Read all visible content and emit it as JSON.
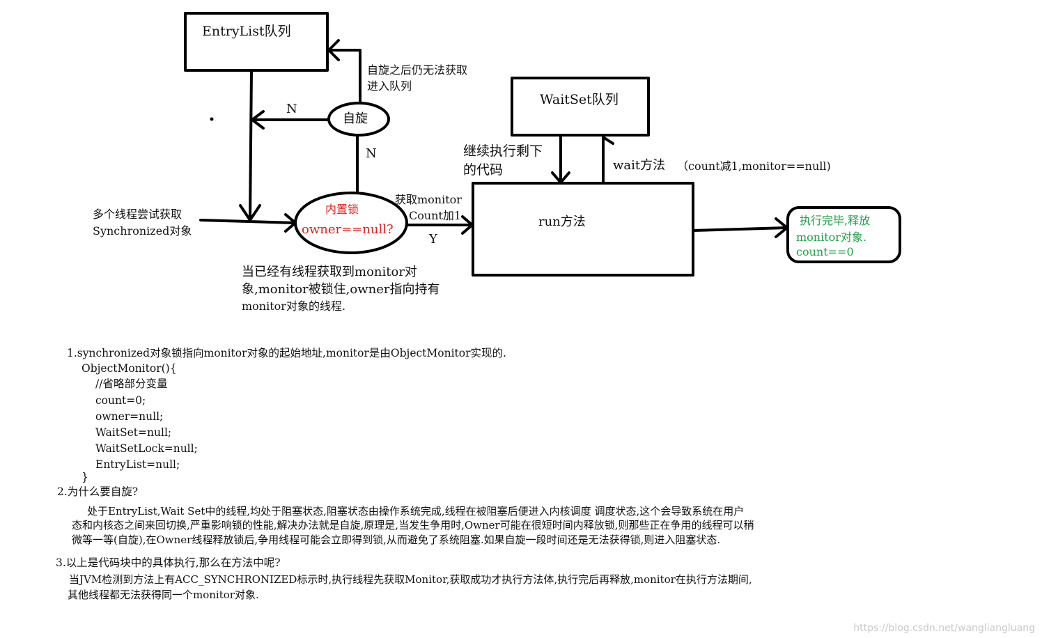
{
  "diagram": {
    "nodes": {
      "entrylist": "EntryList队列",
      "waitset": "WaitSet队列",
      "spin": "自旋",
      "lock_title": "内置锁",
      "lock_condition": "owner==null?",
      "run": "run方法",
      "done_line1": "执行完毕,释放",
      "done_line2": "monitor对象.",
      "done_line3": "count==0"
    },
    "labels": {
      "spin_fail_line1": "自旋之后仍无法获取",
      "spin_fail_line2": "进入队列",
      "n_left": "N",
      "n_up": "N",
      "y": "Y",
      "acquire_line1": "获取monitor",
      "acquire_line2": "Count加1",
      "entry_line1": "多个线程尝试获取",
      "entry_line2": "Synchronized对象",
      "continue_line1": "继续执行剩下",
      "continue_line2": "的代码",
      "wait_method": "wait方法",
      "wait_detail": "（count减1,monitor==null)",
      "held_line1": "当已经有线程获取到monitor对",
      "held_line2": "象,monitor被锁住,owner指向持有",
      "held_line3": "monitor对象的线程."
    },
    "colors": {
      "line": "#000000",
      "lock_text": "#e0201c",
      "done_text": "#1ea04a"
    }
  },
  "notes": {
    "n1_line1": "1.synchronized对象锁指向monitor对象的起始地址,monitor是由ObjectMonitor实现的.",
    "code": [
      "ObjectMonitor(){",
      "//省略部分变量",
      "count=0;",
      "owner=null;",
      "WaitSet=null;",
      "WaitSetLock=null;",
      "EntryList=null;",
      "}"
    ],
    "n2_title": "2.为什么要自旋?",
    "n2_lines": [
      "处于EntryList,Wait Set中的线程,均处于阻塞状态,阻塞状态由操作系统完成,线程在被阻塞后便进入内核调度 调度状态,这个会导致系统在用户",
      "态和内核态之间来回切换,严重影响锁的性能,解决办法就是自旋,原理是,当发生争用时,Owner可能在很短时间内释放锁,则那些正在争用的线程可以稍",
      "微等一等(自旋),在Owner线程释放锁后,争用线程可能会立即得到锁,从而避免了系统阻塞.如果自旋一段时间还是无法获得锁,则进入阻塞状态."
    ],
    "n3_title": "3.以上是代码块中的具体执行,那么在方法中呢?",
    "n3_lines": [
      "当JVM检测到方法上有ACC_SYNCHRONIZED标示时,执行线程先获取Monitor,获取成功才执行方法体,执行完后再释放,monitor在执行方法期间,",
      "其他线程都无法获得同一个monitor对象."
    ]
  },
  "watermark": "https://blog.csdn.net/wangliangluang"
}
